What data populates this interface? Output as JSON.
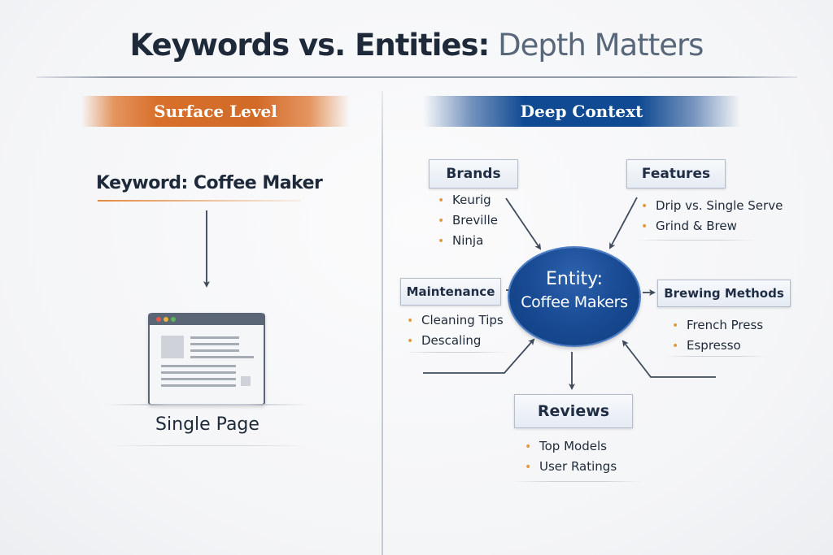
{
  "title": {
    "bold": "Keywords vs. Entities:",
    "light": "Depth Matters"
  },
  "left": {
    "banner": "Surface Level",
    "keyword": "Keyword: Coffee Maker",
    "page_label": "Single Page"
  },
  "right": {
    "banner": "Deep Context",
    "entity": {
      "line1": "Entity:",
      "line2": "Coffee Makers"
    },
    "nodes": {
      "brands": {
        "label": "Brands",
        "items": [
          "Keurig",
          "Breville",
          "Ninja"
        ]
      },
      "features": {
        "label": "Features",
        "items": [
          "Drip vs. Single Serve",
          "Grind & Brew"
        ]
      },
      "maintenance": {
        "label": "Maintenance",
        "items": [
          "Cleaning Tips",
          "Descaling"
        ]
      },
      "brewing": {
        "label": "Brewing Methods",
        "items": [
          "French Press",
          "Espresso"
        ]
      },
      "reviews": {
        "label": "Reviews",
        "items": [
          "Top Models",
          "User Ratings"
        ]
      }
    }
  },
  "colors": {
    "surface_accent": "#d8702c",
    "deep_accent": "#0f4a92",
    "bullet": "#e29a3e",
    "text_dark": "#1e2a3a"
  }
}
